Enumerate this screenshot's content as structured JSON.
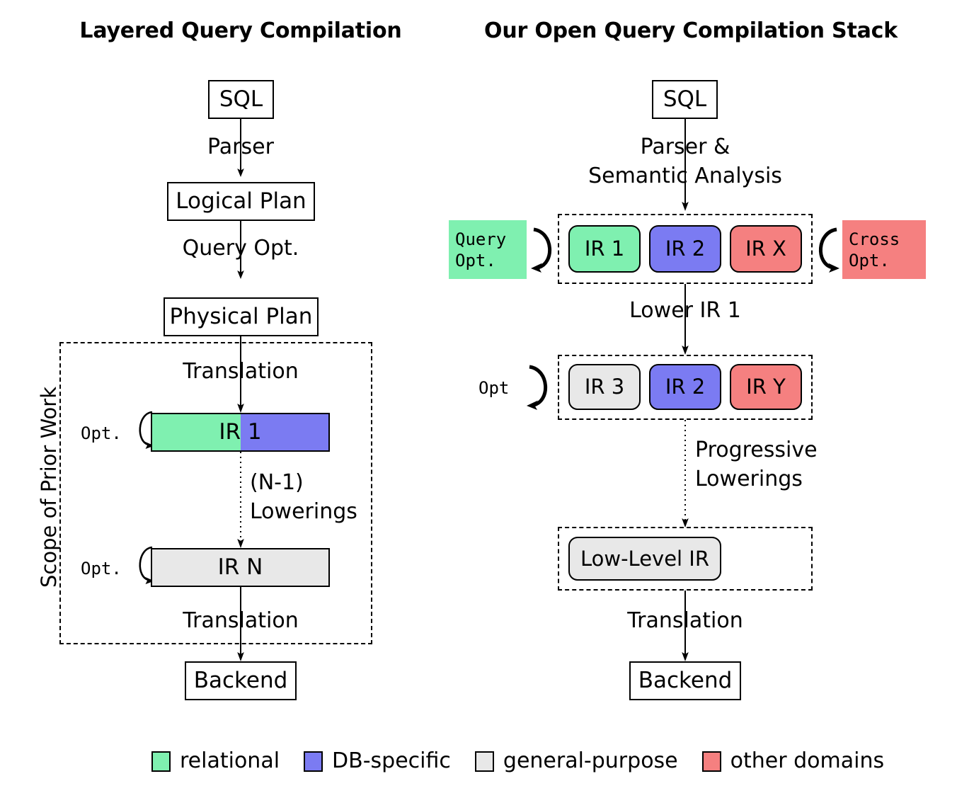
{
  "columns": {
    "left": {
      "title": "Layered Query Compilation",
      "nodes": {
        "sql": "SQL",
        "logical_plan": "Logical Plan",
        "physical_plan": "Physical Plan",
        "backend": "Backend"
      },
      "edges": {
        "parser": "Parser",
        "query_opt": "Query Opt.",
        "translation_top": "Translation",
        "loweringsA": "(N-1)",
        "loweringsB": "Lowerings",
        "translation_bottom": "Translation"
      },
      "scope_label": "Scope of Prior Work",
      "opt_loop_top": "Opt.",
      "opt_loop_bottom": "Opt.",
      "ir1": {
        "label": "IR 1",
        "left_color": "#7FF0B0",
        "right_color": "#7B7BF2"
      },
      "irn": {
        "label": "IR N",
        "color": "#E8E8E8"
      }
    },
    "right": {
      "title": "Our Open Query Compilation Stack",
      "nodes": {
        "sql": "SQL",
        "backend": "Backend"
      },
      "edges": {
        "parserA": "Parser &",
        "parserB": "Semantic Analysis",
        "lower_ir1": "Lower IR 1",
        "progressiveA": "Progressive",
        "progressiveB": "Lowerings",
        "translation": "Translation"
      },
      "side_boxes": {
        "query_opt": "Query\nOpt.",
        "query_opt_color": "#7FF0B0",
        "cross_opt": "Cross\nOpt.",
        "cross_opt_color": "#F58080"
      },
      "opt_loop": "Opt",
      "row1": [
        {
          "label": "IR 1",
          "color": "#7FF0B0"
        },
        {
          "label": "IR 2",
          "color": "#7B7BF2"
        },
        {
          "label": "IR X",
          "color": "#F58080"
        }
      ],
      "row2": [
        {
          "label": "IR 3",
          "color": "#E8E8E8"
        },
        {
          "label": "IR 2",
          "color": "#7B7BF2"
        },
        {
          "label": "IR Y",
          "color": "#F58080"
        }
      ],
      "low_level_ir": {
        "label": "Low-Level IR",
        "color": "#E8E8E8"
      }
    }
  },
  "legend": [
    {
      "label": "relational",
      "color": "#7FF0B0"
    },
    {
      "label": "DB-specific",
      "color": "#7B7BF2"
    },
    {
      "label": "general-purpose",
      "color": "#E8E8E8"
    },
    {
      "label": "other domains",
      "color": "#F58080"
    }
  ]
}
